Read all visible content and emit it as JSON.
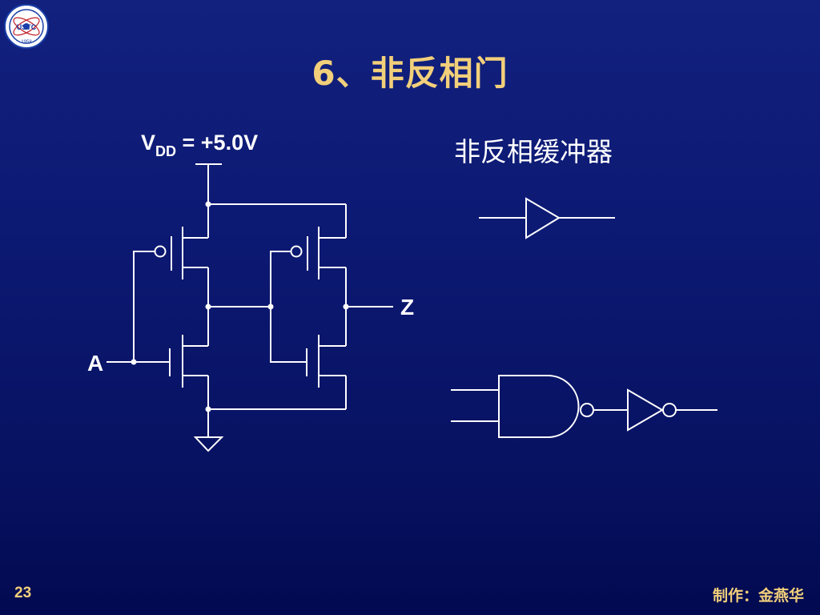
{
  "slide": {
    "title": "6、非反相门",
    "page_number": "23",
    "author": "制作：金燕华"
  },
  "logo": {
    "text": "USTC",
    "year": "1958"
  },
  "circuit": {
    "supply_label_main": "V",
    "supply_label_sub": "DD",
    "supply_label_rest": " = +5.0V",
    "input_label": "A",
    "output_label": "Z"
  },
  "symbols": {
    "title": "非反相缓冲器"
  },
  "colors": {
    "background": "#0d1a74",
    "title": "#f2cf7a",
    "lines": "#ffffff"
  }
}
